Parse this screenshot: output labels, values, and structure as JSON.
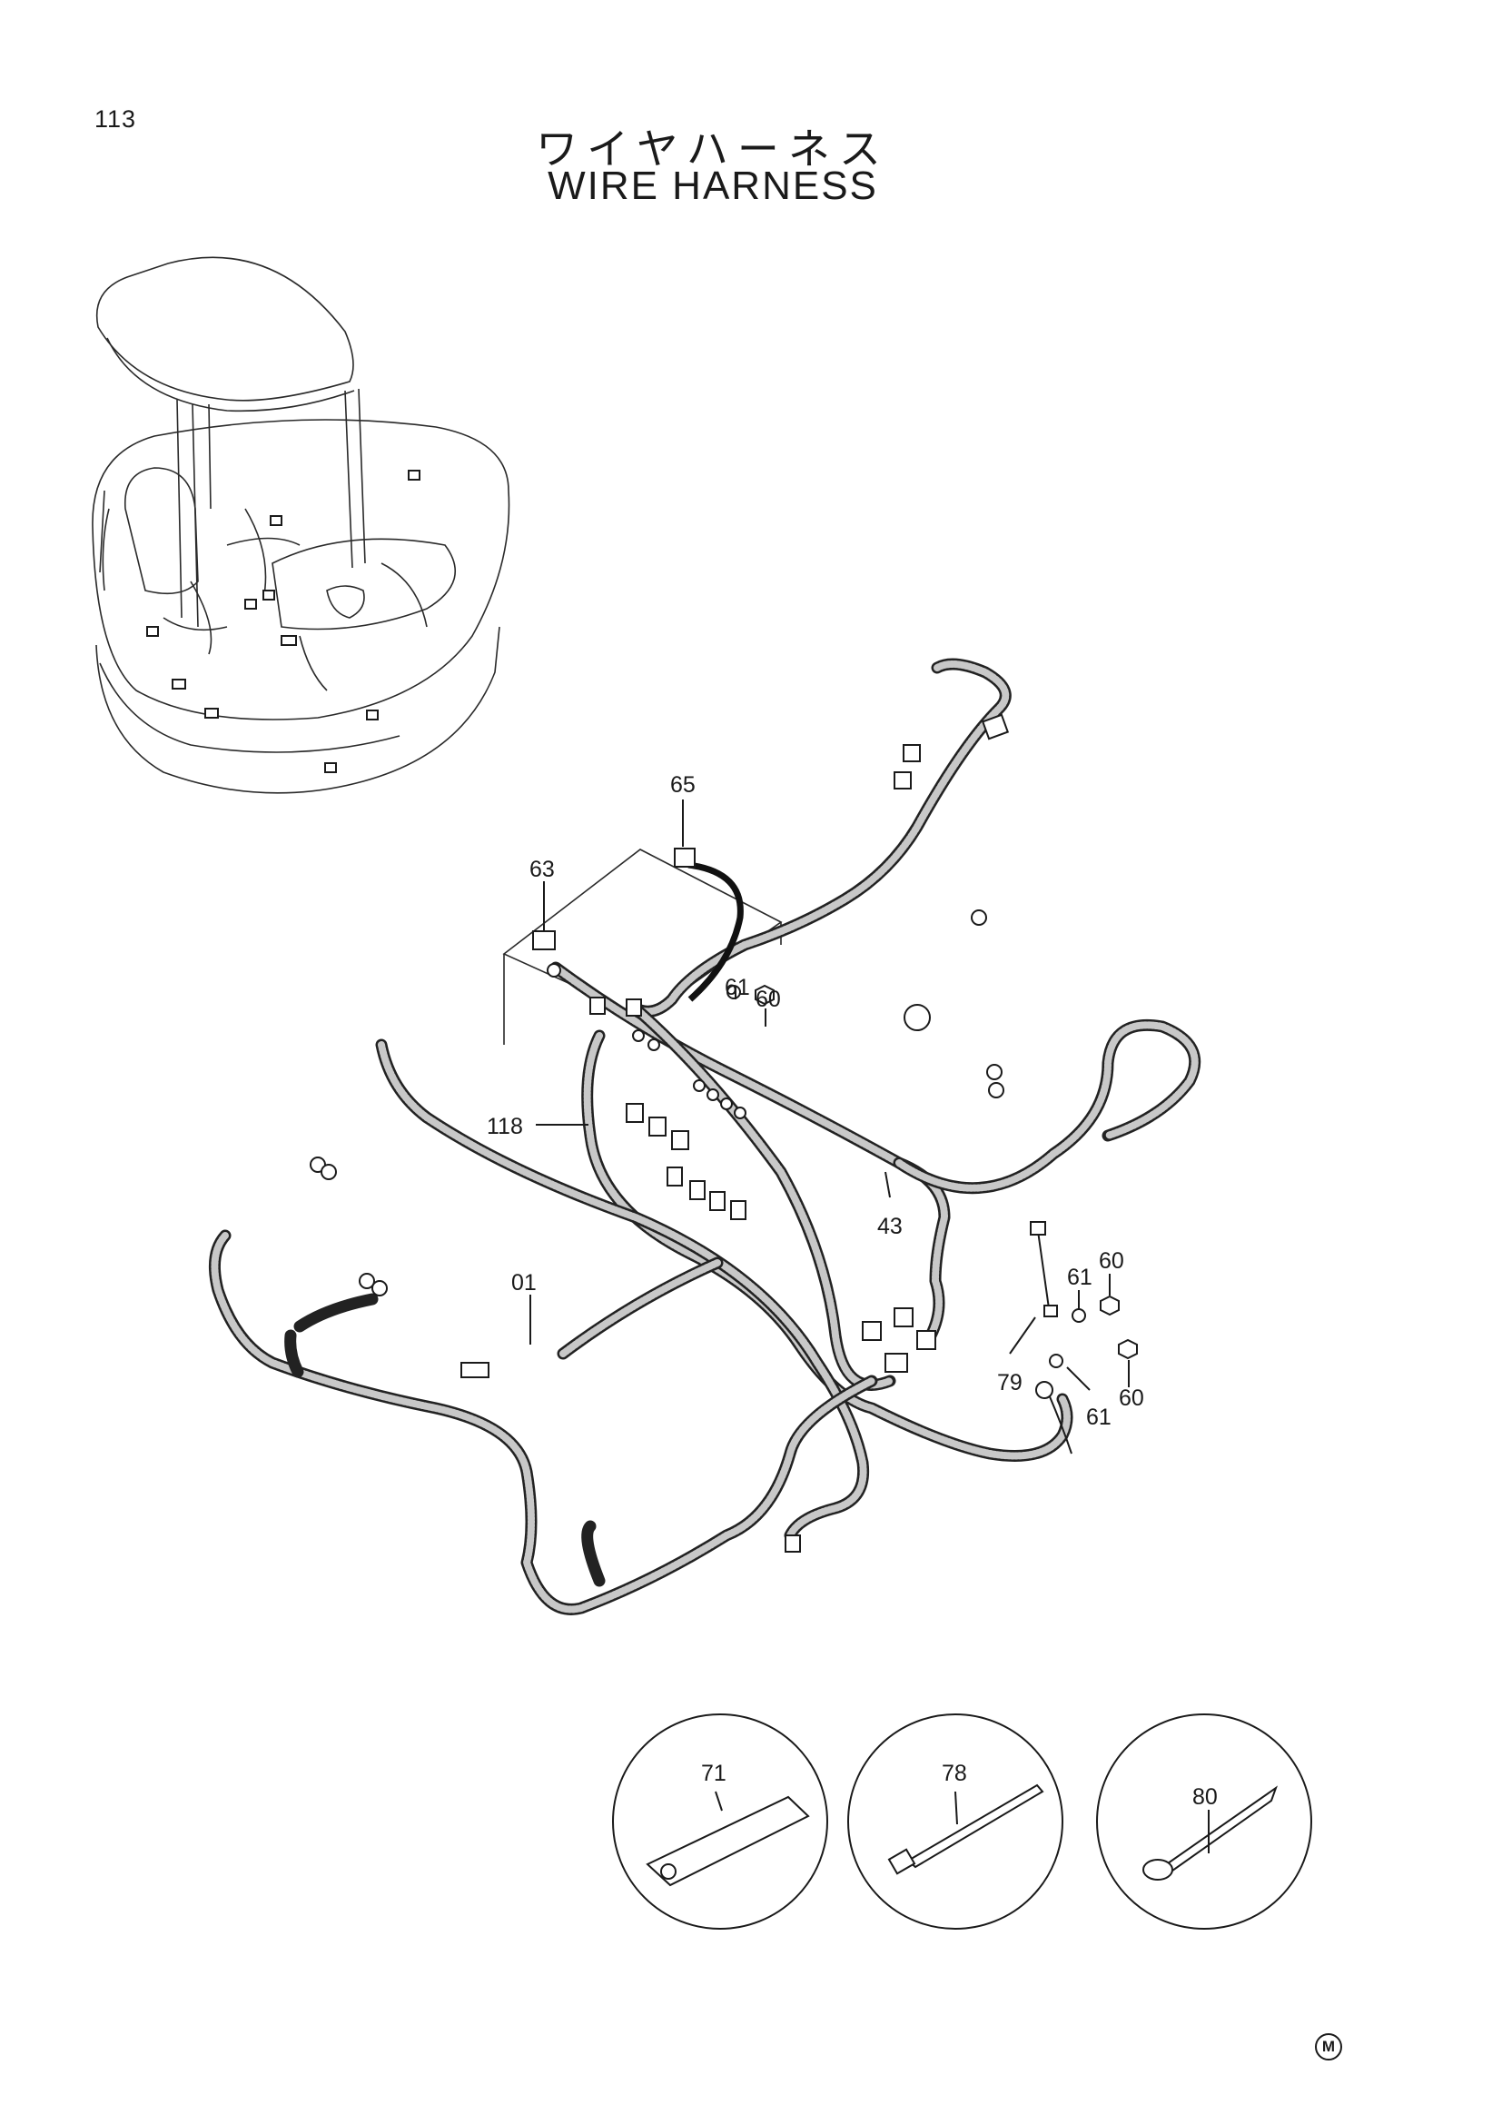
{
  "page_number": "113",
  "title_jp": "ワイヤハーネス",
  "title_en": "WIRE  HARNESS",
  "corner_mark": "M",
  "callouts": [
    {
      "id": "c65",
      "label": "65"
    },
    {
      "id": "c63",
      "label": "63"
    },
    {
      "id": "c61a",
      "label": "61"
    },
    {
      "id": "c60a",
      "label": "60"
    },
    {
      "id": "c118",
      "label": "118"
    },
    {
      "id": "c43",
      "label": "43"
    },
    {
      "id": "c01",
      "label": "01"
    },
    {
      "id": "c61b",
      "label": "61"
    },
    {
      "id": "c60b",
      "label": "60"
    },
    {
      "id": "c79",
      "label": "79"
    },
    {
      "id": "c61c",
      "label": "61"
    },
    {
      "id": "c60c",
      "label": "60"
    }
  ],
  "detail_circles": [
    {
      "id": "d71",
      "label": "71"
    },
    {
      "id": "d78",
      "label": "78"
    },
    {
      "id": "d80",
      "label": "80"
    }
  ]
}
